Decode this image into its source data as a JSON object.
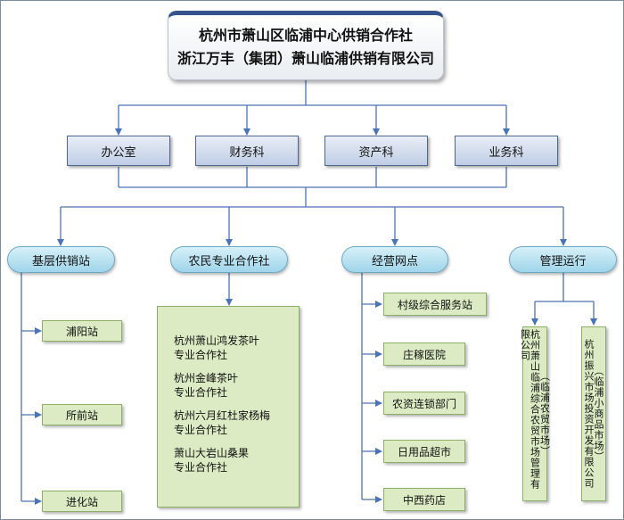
{
  "top": {
    "line1": "杭州市萧山区临浦中心供销合作社",
    "line2": "浙江万丰（集团）萧山临浦供销有限公司"
  },
  "departments": [
    "办公室",
    "财务科",
    "资产科",
    "业务科"
  ],
  "categories": [
    "基层供销站",
    "农民专业合作社",
    "经营网点",
    "管理运行"
  ],
  "stations": [
    "浦阳站",
    "所前站",
    "进化站"
  ],
  "coops": [
    [
      "杭州萧山鸿发茶叶",
      "专业合作社"
    ],
    [
      "杭州金峰茶叶",
      "专业合作社"
    ],
    [
      "杭州六月红杜家杨梅",
      "专业合作社"
    ],
    [
      "萧山大岩山桑果",
      "专业合作社"
    ]
  ],
  "outlets": [
    "村级综合服务站",
    "庄稼医院",
    "农资连锁部门",
    "日用品超市",
    "中西药店"
  ],
  "management": [
    "杭州萧山临浦综合农贸市场管理有限公司",
    "杭州振兴市场投资开发有限公司"
  ],
  "management_notes": [
    "（临浦农贸市场）",
    "（临浦小商品市场）"
  ],
  "colors": {
    "line": "#4a74b6",
    "header_border": "#34538c",
    "green_box": "#dcebc4",
    "pill": "#b7e1f1"
  }
}
